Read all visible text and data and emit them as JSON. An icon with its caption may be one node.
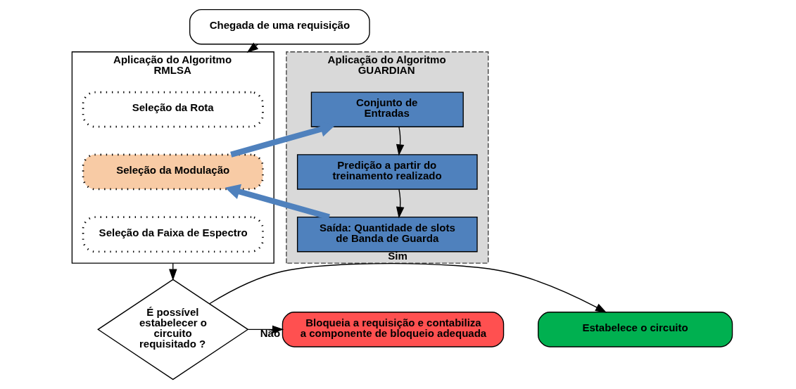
{
  "diagram": {
    "nodes": [
      {
        "text": [
          "Chegada de uma requisição"
        ]
      },
      {
        "text": [
          "Aplicação do Algoritmo RMLSA"
        ]
      },
      {
        "text": [
          "Seleção da Rota"
        ],
        "in": 1
      },
      {
        "text": [
          "Seleção da Modulação"
        ],
        "in": 1
      },
      {
        "text": [
          "Seleção da Faixa de Espectro"
        ],
        "in": 1
      },
      {
        "text": [
          "Aplicação do Algoritmo GUARDIAN"
        ]
      },
      {
        "text": [
          "Conjunto de Entradas"
        ],
        "in": 5
      },
      {
        "text": [
          "Predição a partir do treinamento realizado"
        ],
        "in": 5
      },
      {
        "text": [
          "Saída: Quantidade de slots de Banda de Guarda"
        ],
        "in": 5
      },
      {
        "text": [
          "É possível estabelecer o circuito requisitado ?"
        ]
      },
      {
        "text": [
          "Estabelece o circuito"
        ]
      },
      {
        "text": [
          "Bloqueia a requisição e contabiliza a componente de bloqueio adequada"
        ]
      }
    ],
    "edges": [
      {
        "from": 0,
        "to": 1,
        "arrow": "to"
      },
      {
        "from": 3,
        "to": 6,
        "arrow": "to",
        "style": "thick",
        "color": "#4f81bd"
      },
      {
        "from": 6,
        "to": 7,
        "arrow": "to"
      },
      {
        "from": 7,
        "to": 8,
        "arrow": "to"
      },
      {
        "from": 8,
        "to": 3,
        "arrow": "to",
        "style": "thick",
        "color": "#4f81bd"
      },
      {
        "from": 1,
        "to": 9,
        "arrow": "to"
      },
      {
        "from": 9,
        "to": 10,
        "label": "Sim",
        "arrow": "to"
      },
      {
        "from": 9,
        "to": 11,
        "label": "Não",
        "arrow": "to"
      }
    ]
  }
}
